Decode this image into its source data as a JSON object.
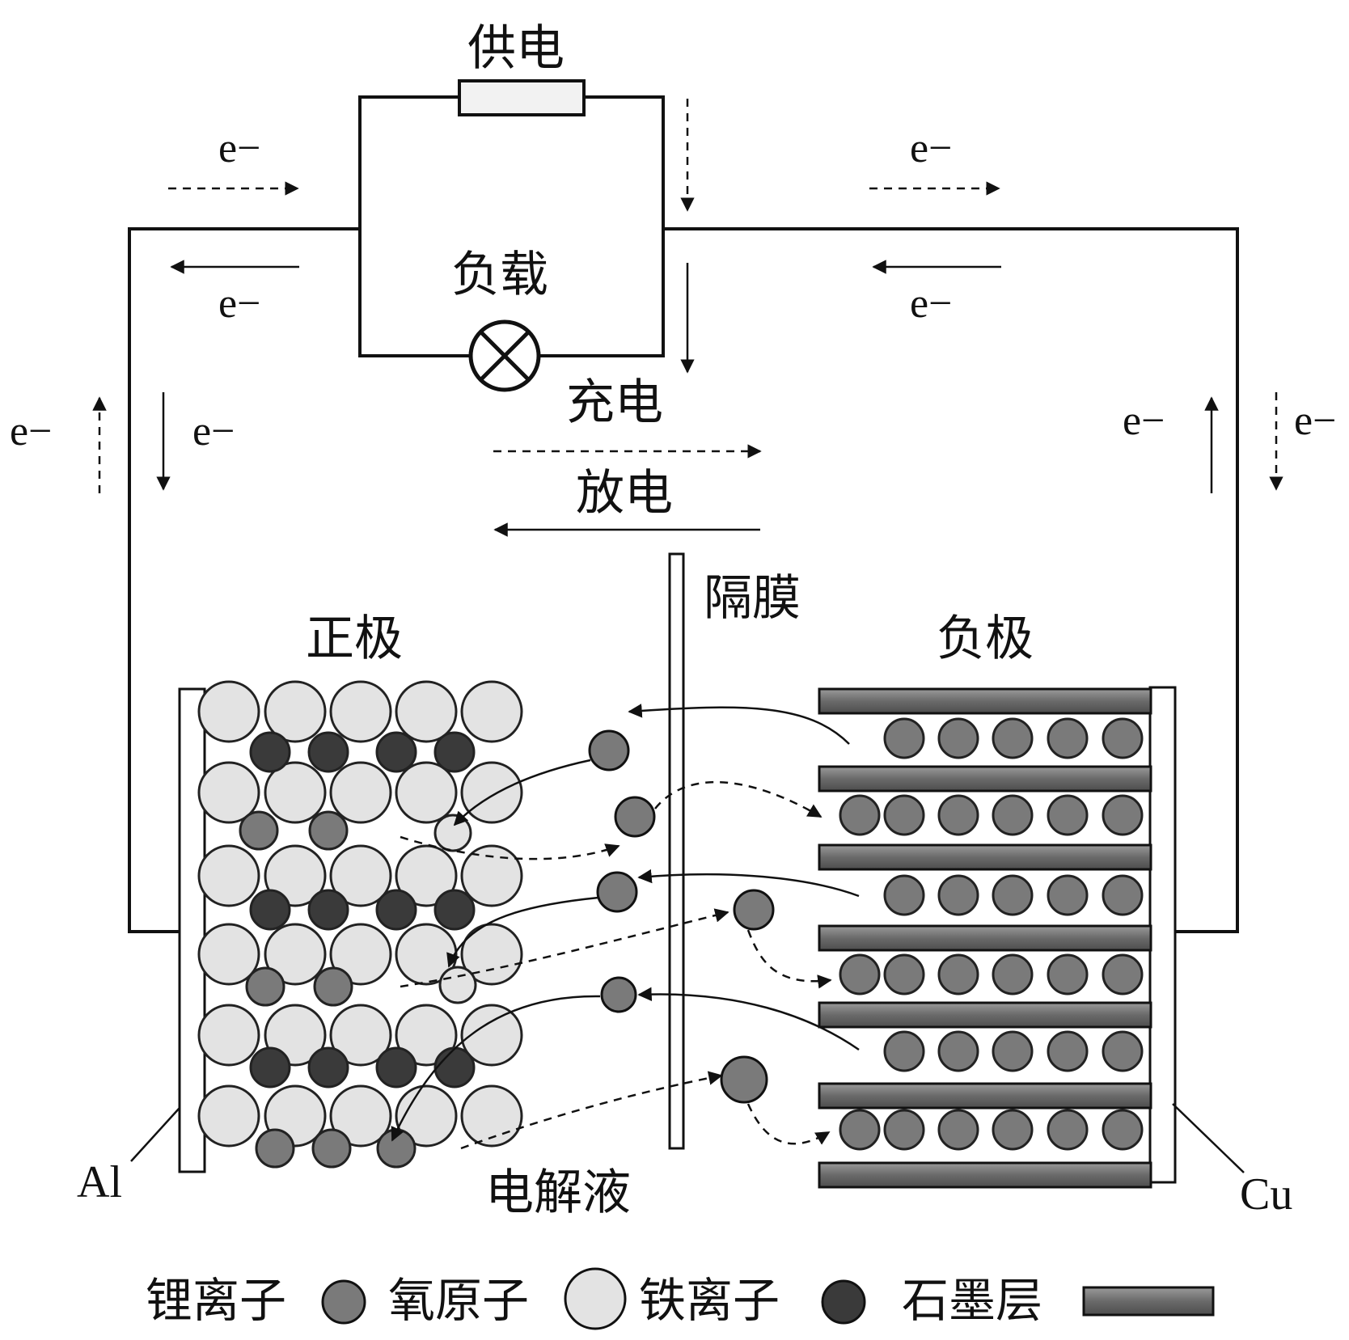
{
  "labels": {
    "power_supply": "供电",
    "load": "负载",
    "charge": "充电",
    "discharge": "放电",
    "separator": "隔膜",
    "cathode": "正极",
    "anode": "负极",
    "electrolyte": "电解液",
    "al": "Al",
    "cu": "Cu",
    "electron": "e−"
  },
  "legend": [
    {
      "label": "锂离子",
      "symbol": "lithium-ion"
    },
    {
      "label": "氧原子",
      "symbol": "oxygen-atom"
    },
    {
      "label": "铁离子",
      "symbol": "iron-ion"
    },
    {
      "label": "石墨层",
      "symbol": "graphite-layer"
    }
  ],
  "colors": {
    "lithium_ion": "#7a7a7a",
    "oxygen_atom": "#e3e3e3",
    "iron_ion": "#3a3a3a",
    "graphite_layer": "#6e6e6e",
    "line": "#111111"
  }
}
